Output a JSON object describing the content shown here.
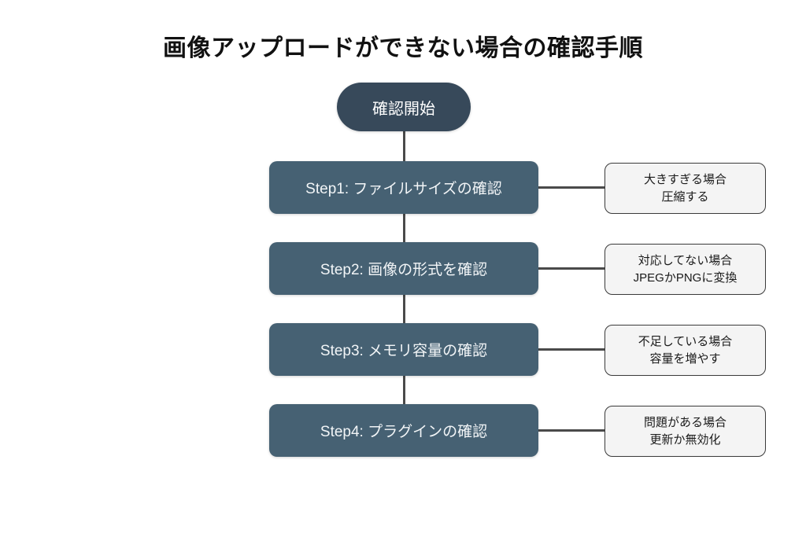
{
  "page": {
    "title": "画像アップロードができない場合の確認手順",
    "background_color": "#ffffff"
  },
  "colors": {
    "start_node": "#37495a",
    "step_node": "#466173",
    "note_fill": "#f4f4f4",
    "note_border": "#3a3a3a",
    "connector": "#4a4a4a",
    "title_text": "#111111",
    "node_text": "#ffffff"
  },
  "flow": {
    "start": {
      "label": "確認開始"
    },
    "steps": [
      {
        "label": "Step1: ファイルサイズの確認",
        "note": {
          "line1": "大きすぎる場合",
          "line2": "圧縮する"
        }
      },
      {
        "label": "Step2: 画像の形式を確認",
        "note": {
          "line1": "対応してない場合",
          "line2": "JPEGかPNGに変換"
        }
      },
      {
        "label": "Step3: メモリ容量の確認",
        "note": {
          "line1": "不足している場合",
          "line2": "容量を増やす"
        }
      },
      {
        "label": "Step4: プラグインの確認",
        "note": {
          "line1": "問題がある場合",
          "line2": "更新か無効化"
        }
      }
    ]
  }
}
